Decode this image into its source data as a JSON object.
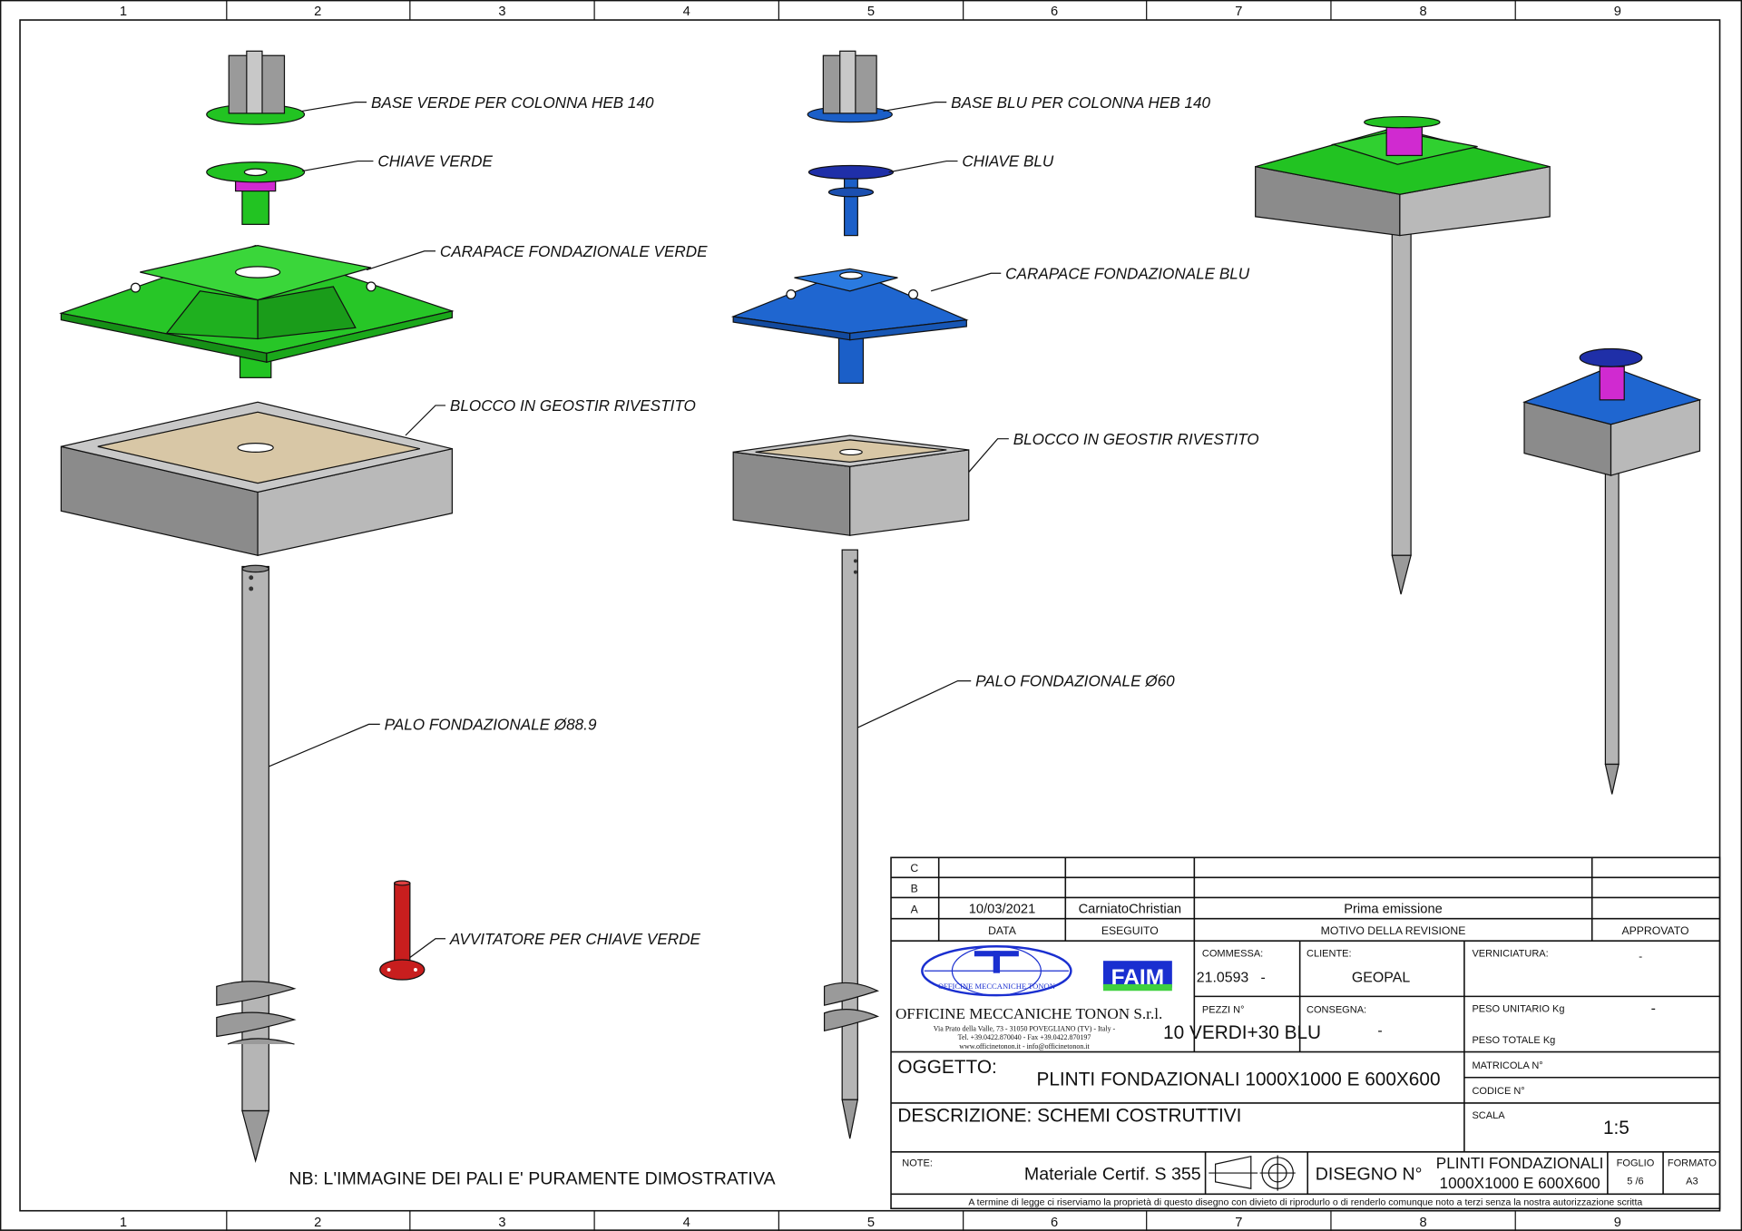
{
  "ruler": {
    "columns": [
      "1",
      "2",
      "3",
      "4",
      "5",
      "6",
      "7",
      "8",
      "9"
    ]
  },
  "labels": {
    "base_verde": "BASE VERDE PER COLONNA HEB 140",
    "chiave_verde": "CHIAVE VERDE",
    "carapace_verde": "CARAPACE FONDAZIONALE VERDE",
    "blocco_verde": "BLOCCO IN GEOSTIR RIVESTITO",
    "palo_verde": "PALO FONDAZIONALE Ø88.9",
    "avvitatore": "AVVITATORE PER CHIAVE VERDE",
    "base_blu": "BASE BLU PER COLONNA HEB 140",
    "chiave_blu": "CHIAVE BLU",
    "carapace_blu": "CARAPACE FONDAZIONALE BLU",
    "blocco_blu": "BLOCCO IN GEOSTIR RIVESTITO",
    "palo_blu": "PALO FONDAZIONALE Ø60",
    "nb": "NB: L'IMMAGINE DEI PALI E' PURAMENTE DIMOSTRATIVA"
  },
  "colors": {
    "green": "#22c322",
    "blue": "#1b5fc8",
    "red": "#c81e1e",
    "gray": "#a9a9a9",
    "tan": "#d8c7a6"
  },
  "revisions": [
    {
      "rev": "C",
      "data": "",
      "eseguito": "",
      "motivo": "",
      "approvato": ""
    },
    {
      "rev": "B",
      "data": "",
      "eseguito": "",
      "motivo": "",
      "approvato": ""
    },
    {
      "rev": "A",
      "data": "10/03/2021",
      "eseguito": "CarniatoChristian",
      "motivo": "Prima emissione",
      "approvato": ""
    }
  ],
  "revision_headers": {
    "data": "DATA",
    "eseguito": "ESEGUITO",
    "motivo": "MOTIVO DELLA REVISIONE",
    "approvato": "APPROVATO"
  },
  "company": {
    "logo_text": "OFFICINE MECCANICHE TONON",
    "logo2_text": "FAIM",
    "name": "OFFICINE MECCANICHE TONON S.r.l.",
    "address": "Via Prato della Valle, 73 - 31050 POVEGLIANO (TV) - Italy -",
    "phone": "Tel. +39.0422.870040 - Fax +39.0422.870197",
    "web": "www.officinetonon.it - info@officinetonon.it"
  },
  "title_block": {
    "commessa_label": "COMMESSA:",
    "commessa": "21.0593   -",
    "cliente_label": "CLIENTE:",
    "cliente": "GEOPAL",
    "verniciatura_label": "VERNICIATURA:",
    "verniciatura": "-",
    "pezzi_label": "PEZZI N°",
    "pezzi": "10 VERDI+30 BLU",
    "consegna_label": "CONSEGNA:",
    "consegna": "-",
    "peso_unitario_label": "PESO UNITARIO Kg",
    "peso_unitario": "-",
    "peso_totale_label": "PESO TOTALE Kg",
    "oggetto_label": "OGGETTO:",
    "oggetto": "PLINTI FONDAZIONALI 1000X1000 E 600X600",
    "matricola_label": "MATRICOLA N°",
    "codice_label": "CODICE N°",
    "descrizione": "DESCRIZIONE: SCHEMI COSTRUTTIVI",
    "scala_label": "SCALA",
    "scala": "1:5",
    "note_label": "NOTE:",
    "note": "Materiale Certif. S 355",
    "disegno_label": "DISEGNO N°",
    "disegno_1": "PLINTI FONDAZIONALI",
    "disegno_2": "1000X1000 E 600X600",
    "foglio_label": "FOGLIO",
    "foglio": "5 /6",
    "formato_label": "FORMATO",
    "formato": "A3",
    "disclaimer": "A termine di legge ci riserviamo la proprietà di questo disegno con divieto di riprodurlo o di renderlo comunque noto a terzi senza la nostra autorizzazione scritta"
  }
}
